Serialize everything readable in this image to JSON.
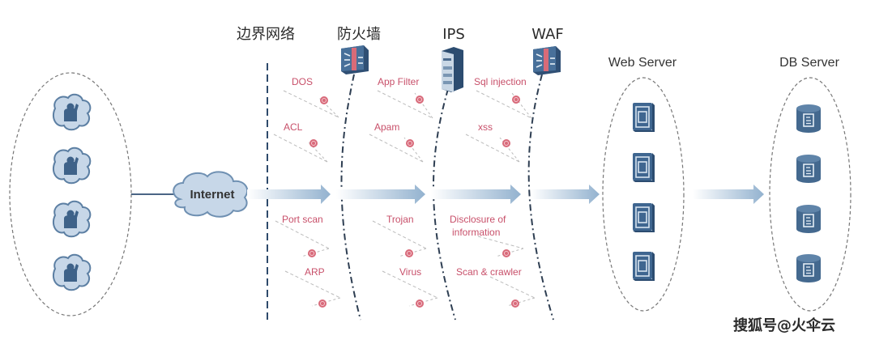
{
  "headers": {
    "boundary": "边界网络",
    "firewall": "防火墙",
    "ips": "IPS",
    "waf": "WAF",
    "web_server": "Web Server",
    "db_server": "DB Server"
  },
  "internet_label": "Internet",
  "threats": {
    "firewall": [
      "DOS",
      "ACL",
      "Port scan",
      "ARP"
    ],
    "ips": [
      "App Filter",
      "Apam",
      "Trojan",
      "Virus"
    ],
    "waf": [
      "Sql injection",
      "xss",
      "Disclosure of",
      "information",
      "Scan & crawler"
    ]
  },
  "groups": {
    "users": {
      "count": 4,
      "icon": "user-cloud-icon"
    },
    "web_servers": {
      "count": 4,
      "icon": "web-server-icon"
    },
    "db_servers": {
      "count": 4,
      "icon": "database-icon"
    }
  },
  "devices": {
    "firewall_icon": "firewall-icon",
    "ips_icon": "ips-server-icon",
    "waf_icon": "waf-icon"
  },
  "colors": {
    "icon_blue": "#3f6690",
    "icon_light": "#c5d6e8",
    "threat_red": "#c8506a",
    "arrow_blue": "#9db8d2"
  },
  "watermark": "搜狐号@火伞云"
}
